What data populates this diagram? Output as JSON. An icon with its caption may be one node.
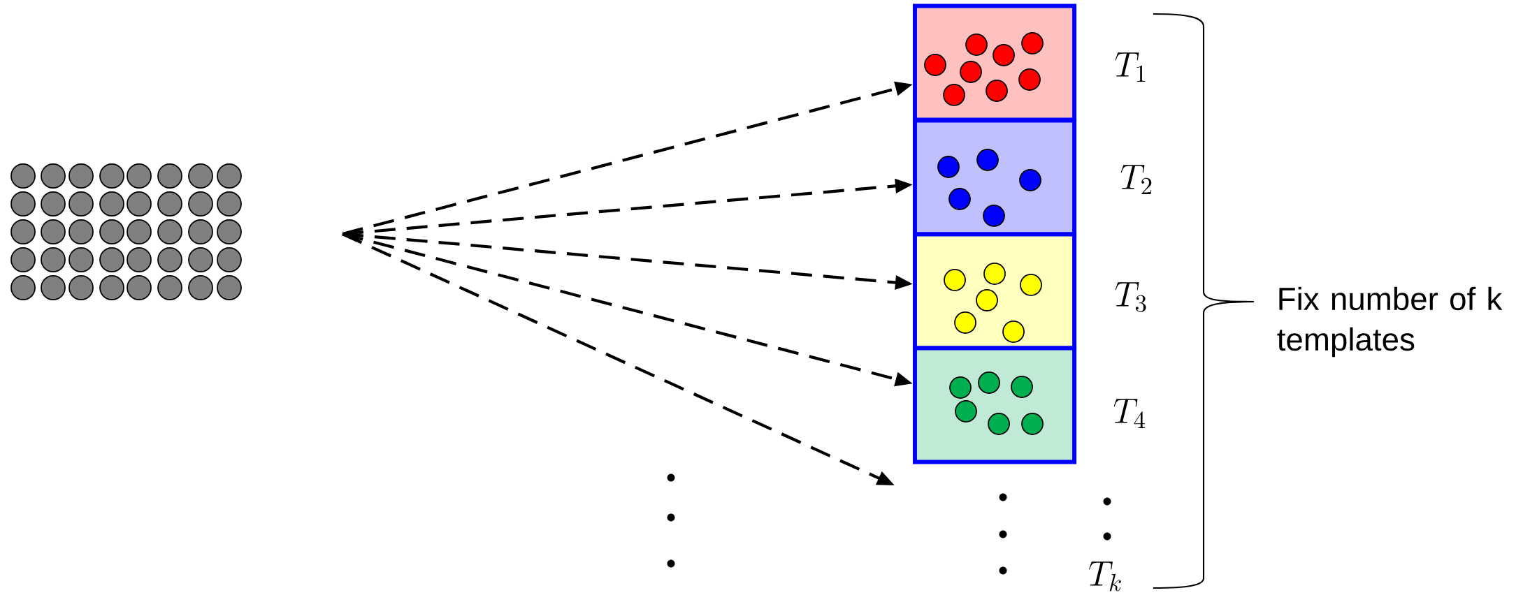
{
  "diagram": {
    "nodes": [
      {
        "text": [],
        "shape": "box",
        "beside": [
          "T_1"
        ]
      },
      {
        "text": [],
        "shape": "box",
        "beside": [
          "T_2"
        ]
      },
      {
        "text": [],
        "shape": "box",
        "beside": [
          "T_3"
        ]
      },
      {
        "text": [],
        "shape": "box",
        "beside": [
          "T_4"
        ]
      }
    ],
    "edges": [
      {
        "from": null,
        "to": 0,
        "arrow": "to",
        "style": "dashed"
      },
      {
        "from": null,
        "to": 1,
        "arrow": "to",
        "style": "dashed"
      },
      {
        "from": null,
        "to": 2,
        "arrow": "to",
        "style": "dashed"
      },
      {
        "from": null,
        "to": 3,
        "arrow": "to",
        "style": "dashed"
      }
    ],
    "labels": [
      "Fix number of k templates",
      "T_k"
    ]
  }
}
